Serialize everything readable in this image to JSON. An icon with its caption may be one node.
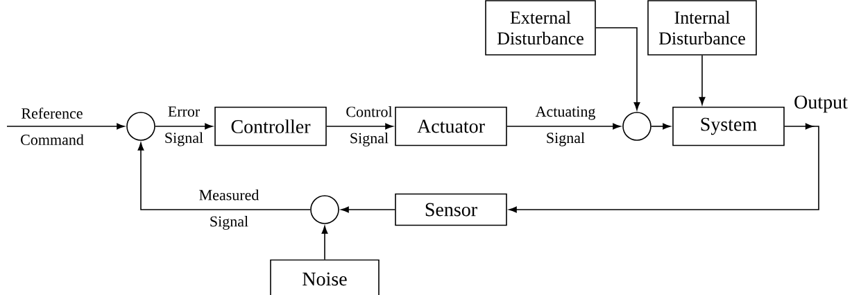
{
  "diagram": {
    "nodes": [
      {
        "text": [],
        "shape": "circle"
      },
      {
        "text": [
          "Controller"
        ]
      },
      {
        "text": [
          "Actuator"
        ]
      },
      {
        "text": [],
        "shape": "circle"
      },
      {
        "text": [
          "System"
        ]
      },
      {
        "text": [
          "External Disturbance"
        ]
      },
      {
        "text": [
          "Internal Disturbance"
        ]
      },
      {
        "text": [
          "Sensor"
        ]
      },
      {
        "text": [],
        "shape": "circle"
      },
      {
        "text": [
          "Noise"
        ]
      }
    ],
    "edges": [
      {
        "from": null,
        "to": 0,
        "arrow": "to",
        "label": "Reference Command"
      },
      {
        "from": 0,
        "to": 1,
        "arrow": "to",
        "label": "Error Signal"
      },
      {
        "from": 1,
        "to": 2,
        "arrow": "to",
        "label": "Control Signal"
      },
      {
        "from": 2,
        "to": 3,
        "arrow": "to",
        "label": "Actuating Signal"
      },
      {
        "from": 3,
        "to": 4,
        "arrow": "to"
      },
      {
        "from": 5,
        "to": 3,
        "arrow": "to"
      },
      {
        "from": 6,
        "to": 4,
        "arrow": "to"
      },
      {
        "from": 4,
        "to": 7,
        "arrow": "to",
        "label": "Output"
      },
      {
        "from": 7,
        "to": 8,
        "arrow": "to"
      },
      {
        "from": 9,
        "to": 8,
        "arrow": "to"
      },
      {
        "from": 8,
        "to": 0,
        "arrow": "to",
        "label": "Measured Signal"
      }
    ]
  }
}
